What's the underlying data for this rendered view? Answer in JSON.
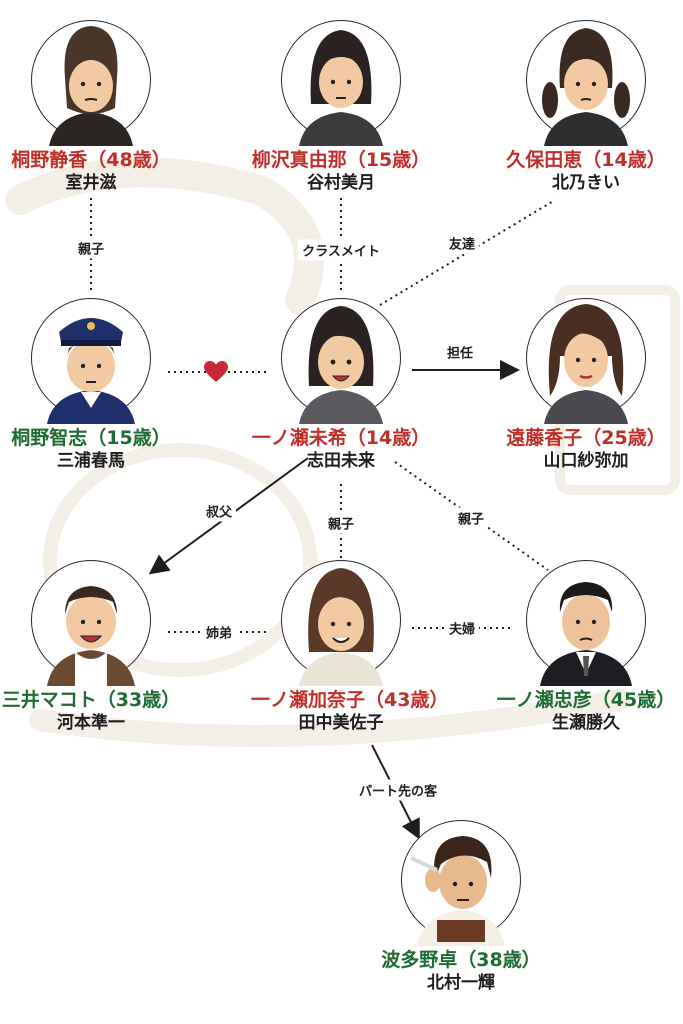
{
  "colors": {
    "female_name": "#c0302b",
    "male_name": "#1f6b34",
    "line": "#1e1e1e",
    "heart": "#c8283a",
    "watermark": "#f2ede4"
  },
  "people": [
    {
      "id": "kirino-shizuka",
      "name": "桐野静香（48歳）",
      "actor": "室井滋",
      "name_color": "red",
      "icon": "woman-portrait-icon"
    },
    {
      "id": "yanagisawa-mayuna",
      "name": "柳沢真由那（15歳）",
      "actor": "谷村美月",
      "name_color": "red",
      "icon": "girl-portrait-icon"
    },
    {
      "id": "kubota-megumi",
      "name": "久保田恵（14歳）",
      "actor": "北乃きい",
      "name_color": "red",
      "icon": "girl-portrait-icon"
    },
    {
      "id": "kirino-satoshi",
      "name": "桐野智志（15歳）",
      "actor": "三浦春馬",
      "name_color": "green",
      "icon": "boy-in-cap-portrait-icon"
    },
    {
      "id": "ichinose-miki",
      "name": "一ノ瀬未希（14歳）",
      "actor": "志田未来",
      "name_color": "red",
      "icon": "girl-portrait-icon"
    },
    {
      "id": "endo-kyoko",
      "name": "遠藤香子（25歳）",
      "actor": "山口紗弥加",
      "name_color": "red",
      "icon": "woman-portrait-icon"
    },
    {
      "id": "mitsui-makoto",
      "name": "三井マコト（33歳）",
      "actor": "河本準一",
      "name_color": "green",
      "icon": "man-portrait-icon"
    },
    {
      "id": "ichinose-kanako",
      "name": "一ノ瀬加奈子（43歳）",
      "actor": "田中美佐子",
      "name_color": "red",
      "icon": "woman-portrait-icon"
    },
    {
      "id": "ichinose-tadahiko",
      "name": "一ノ瀬忠彦（45歳）",
      "actor": "生瀬勝久",
      "name_color": "green",
      "icon": "man-in-suit-portrait-icon"
    },
    {
      "id": "hatano-taku",
      "name": "波多野卓（38歳）",
      "actor": "北村一輝",
      "name_color": "green",
      "icon": "man-smoking-portrait-icon"
    }
  ],
  "relations": [
    {
      "id": "shizuka-satoshi",
      "label": "親子"
    },
    {
      "id": "miki-mayuna",
      "label": "クラスメイト"
    },
    {
      "id": "miki-megumi",
      "label": "友達"
    },
    {
      "id": "miki-kyoko",
      "label": "担任"
    },
    {
      "id": "miki-satoshi",
      "label": "",
      "icon": "heart-icon"
    },
    {
      "id": "miki-makoto",
      "label": "叔父"
    },
    {
      "id": "miki-kanako",
      "label": "親子"
    },
    {
      "id": "miki-tadahiko",
      "label": "親子"
    },
    {
      "id": "makoto-kanako",
      "label": "姉弟"
    },
    {
      "id": "kanako-tadahiko",
      "label": "夫婦"
    },
    {
      "id": "kanako-taku",
      "label": "パート先の客"
    }
  ]
}
